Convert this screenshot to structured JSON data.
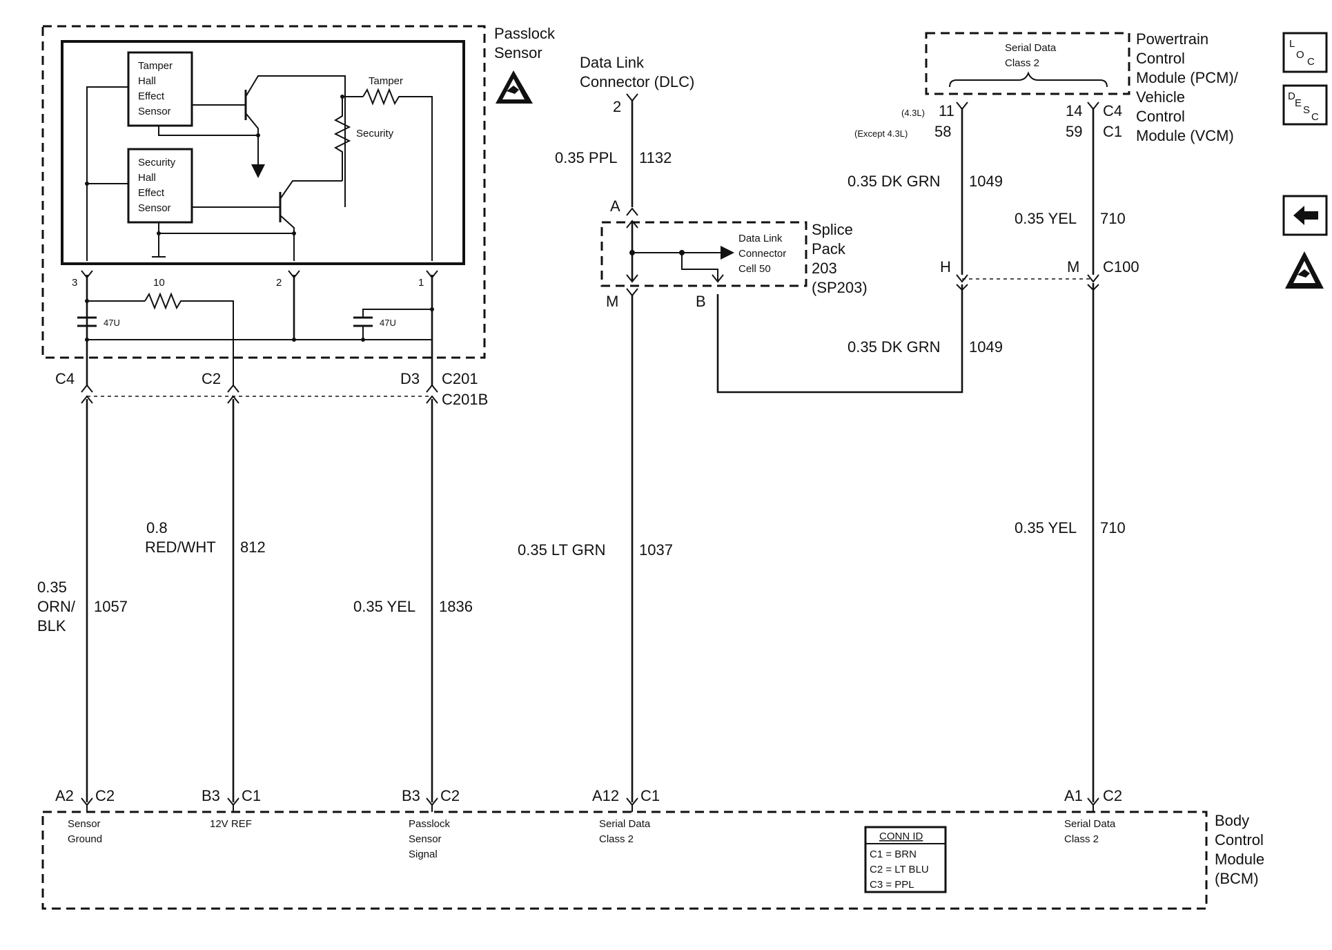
{
  "modules": {
    "passlock": [
      "Passlock",
      "Sensor"
    ],
    "tamper_sensor": [
      "Tamper",
      "Hall",
      "Effect",
      "Sensor"
    ],
    "security_sensor": [
      "Security",
      "Hall",
      "Effect",
      "Sensor"
    ],
    "tamper_label": "Tamper",
    "security_label": "Security",
    "dlc": [
      "Data Link",
      "Connector (DLC)"
    ],
    "pcm": [
      "Powertrain",
      "Control",
      "Module (PCM)/",
      "Vehicle",
      "Control",
      "Module (VCM)"
    ],
    "serial_box": [
      "Serial Data",
      "Class 2"
    ],
    "splice": [
      "Splice",
      "Pack",
      "203",
      "(SP203)"
    ],
    "splice_cell": [
      "Data Link",
      "Connector",
      "Cell 50"
    ],
    "bcm": [
      "Body",
      "Control",
      "Module",
      "(BCM)"
    ]
  },
  "pins": {
    "sensor_3": "3",
    "sensor_2": "2",
    "sensor_1": "1",
    "resistor": "10",
    "cap_left": "47U",
    "cap_right": "47U",
    "c4": "C4",
    "c2": "C2",
    "d3": "D3",
    "c201": "C201",
    "c201b": "C201B",
    "dlc_2": "2",
    "splice_a": "A",
    "splice_m": "M",
    "splice_b": "B",
    "pcm_43": "(4.3L)",
    "pcm_11": "11",
    "pcm_except": "(Except 4.3L)",
    "pcm_58": "58",
    "pcm_14": "14",
    "pcm_c4": "C4",
    "pcm_59": "59",
    "pcm_c1": "C1",
    "c100_h": "H",
    "c100_m": "M",
    "c100": "C100"
  },
  "wires": {
    "w1132": [
      "0.35 PPL",
      "1132"
    ],
    "w1049a": [
      "0.35 DK GRN",
      "1049"
    ],
    "w710a": [
      "0.35 YEL",
      "710"
    ],
    "w1049b": [
      "0.35 DK GRN",
      "1049"
    ],
    "w812": [
      "0.8",
      "RED/WHT",
      "812"
    ],
    "w1037": [
      "0.35  LT GRN",
      "1037"
    ],
    "w710b": [
      "0.35 YEL",
      "710"
    ],
    "w1057": [
      "0.35",
      "ORN/",
      "BLK",
      "1057"
    ],
    "w1836": [
      "0.35 YEL",
      "1836"
    ]
  },
  "bcm_pins": [
    {
      "pin": "A2",
      "conn": "C2",
      "desc": [
        "Sensor",
        "Ground"
      ]
    },
    {
      "pin": "B3",
      "conn": "C1",
      "desc": [
        "12V REF"
      ]
    },
    {
      "pin": "B3",
      "conn": "C2",
      "desc": [
        "Passlock",
        "Sensor",
        "Signal"
      ]
    },
    {
      "pin": "A12",
      "conn": "C1",
      "desc": [
        "Serial Data",
        "Class 2"
      ]
    },
    {
      "pin": "A1",
      "conn": "C2",
      "desc": [
        "Serial Data",
        "Class 2"
      ]
    }
  ],
  "conn_id": {
    "title": "CONN ID",
    "rows": [
      "C1 = BRN",
      "C2 = LT BLU",
      "C3 = PPL"
    ]
  },
  "side_icons": {
    "loc": [
      "L",
      "O",
      "C"
    ],
    "desc": [
      "D",
      "E",
      "S",
      "C"
    ]
  }
}
